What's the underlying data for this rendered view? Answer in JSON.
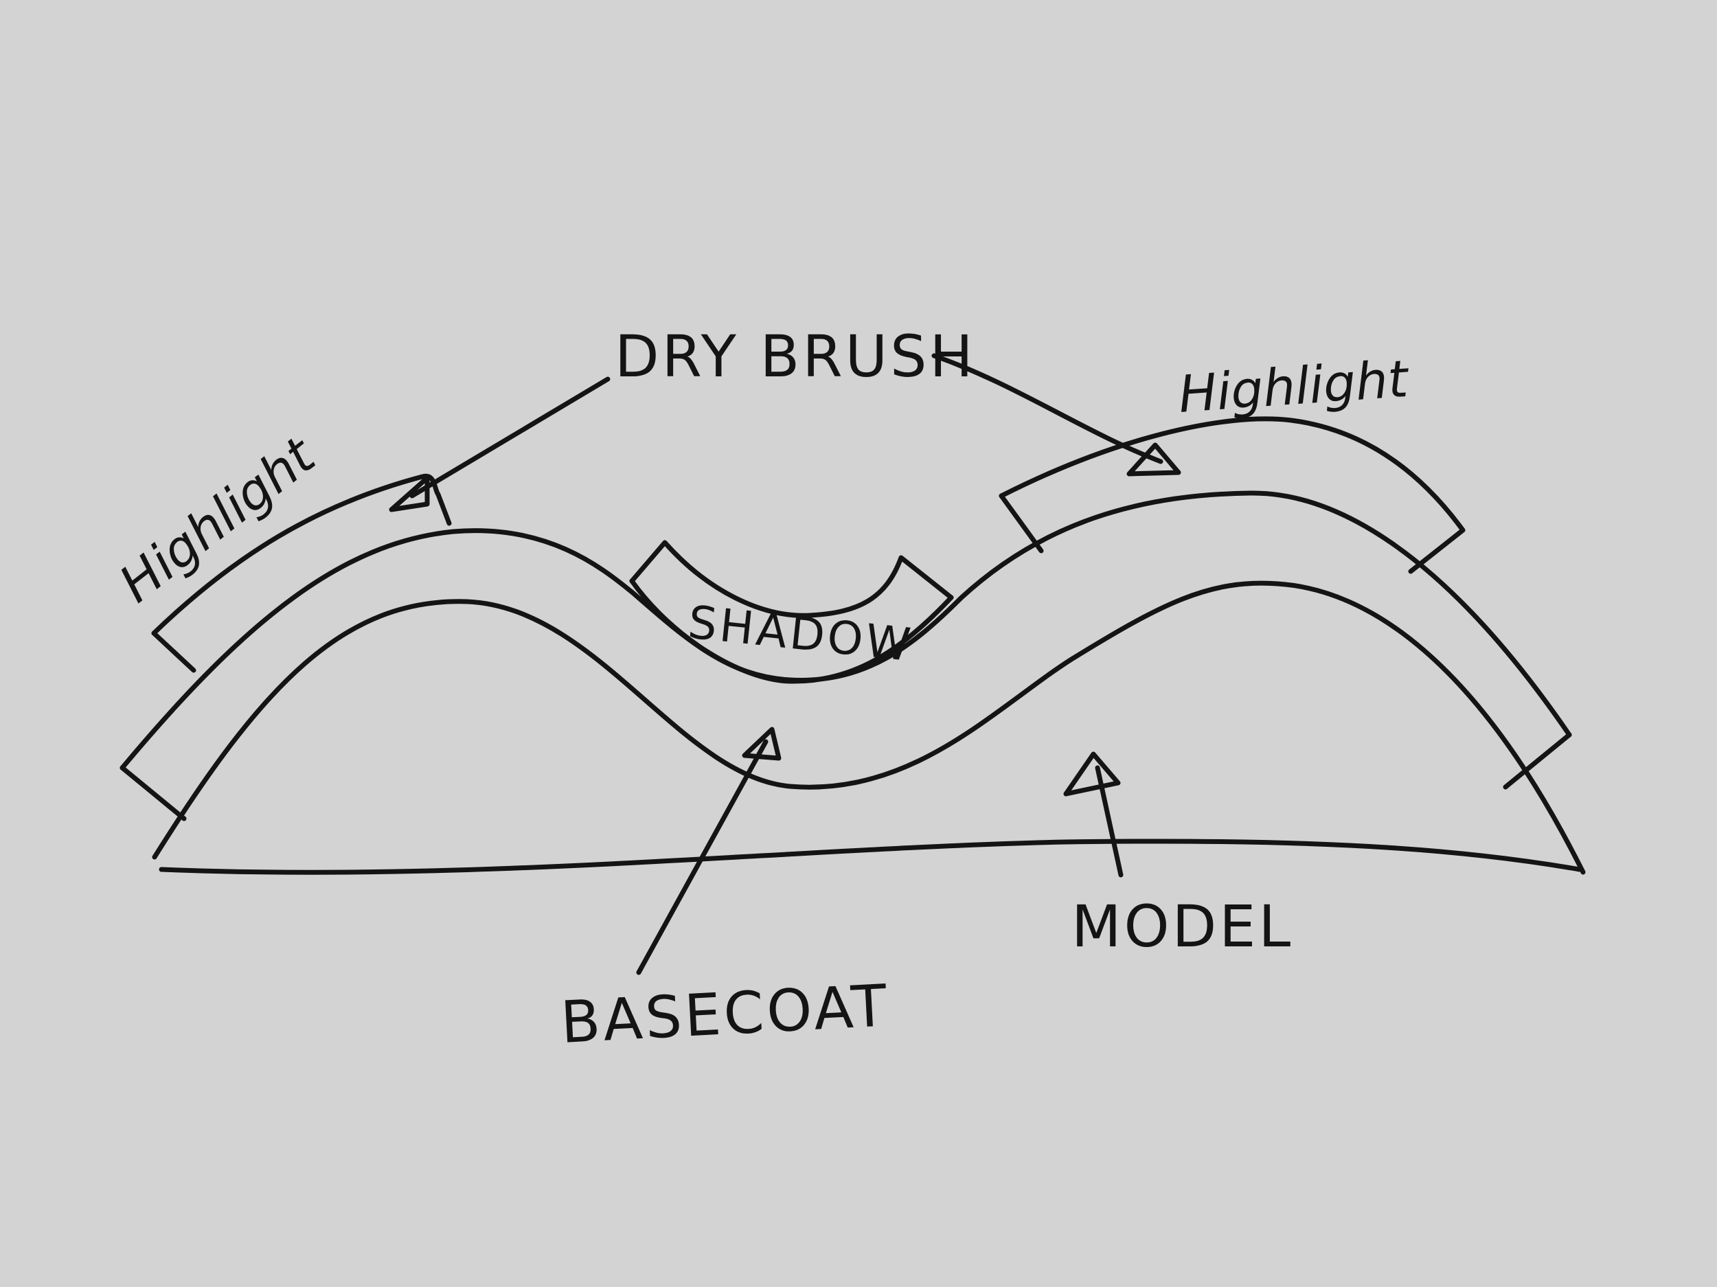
{
  "background_color": "#d3d3d3",
  "ink_color": "#141414",
  "labels": {
    "dry_brush": "DRY BRUSH",
    "highlight_left": "Highlight",
    "highlight_right": "Highlight",
    "shadow": "SHADOW",
    "basecoat": "BASECOAT",
    "model": "MODEL"
  }
}
